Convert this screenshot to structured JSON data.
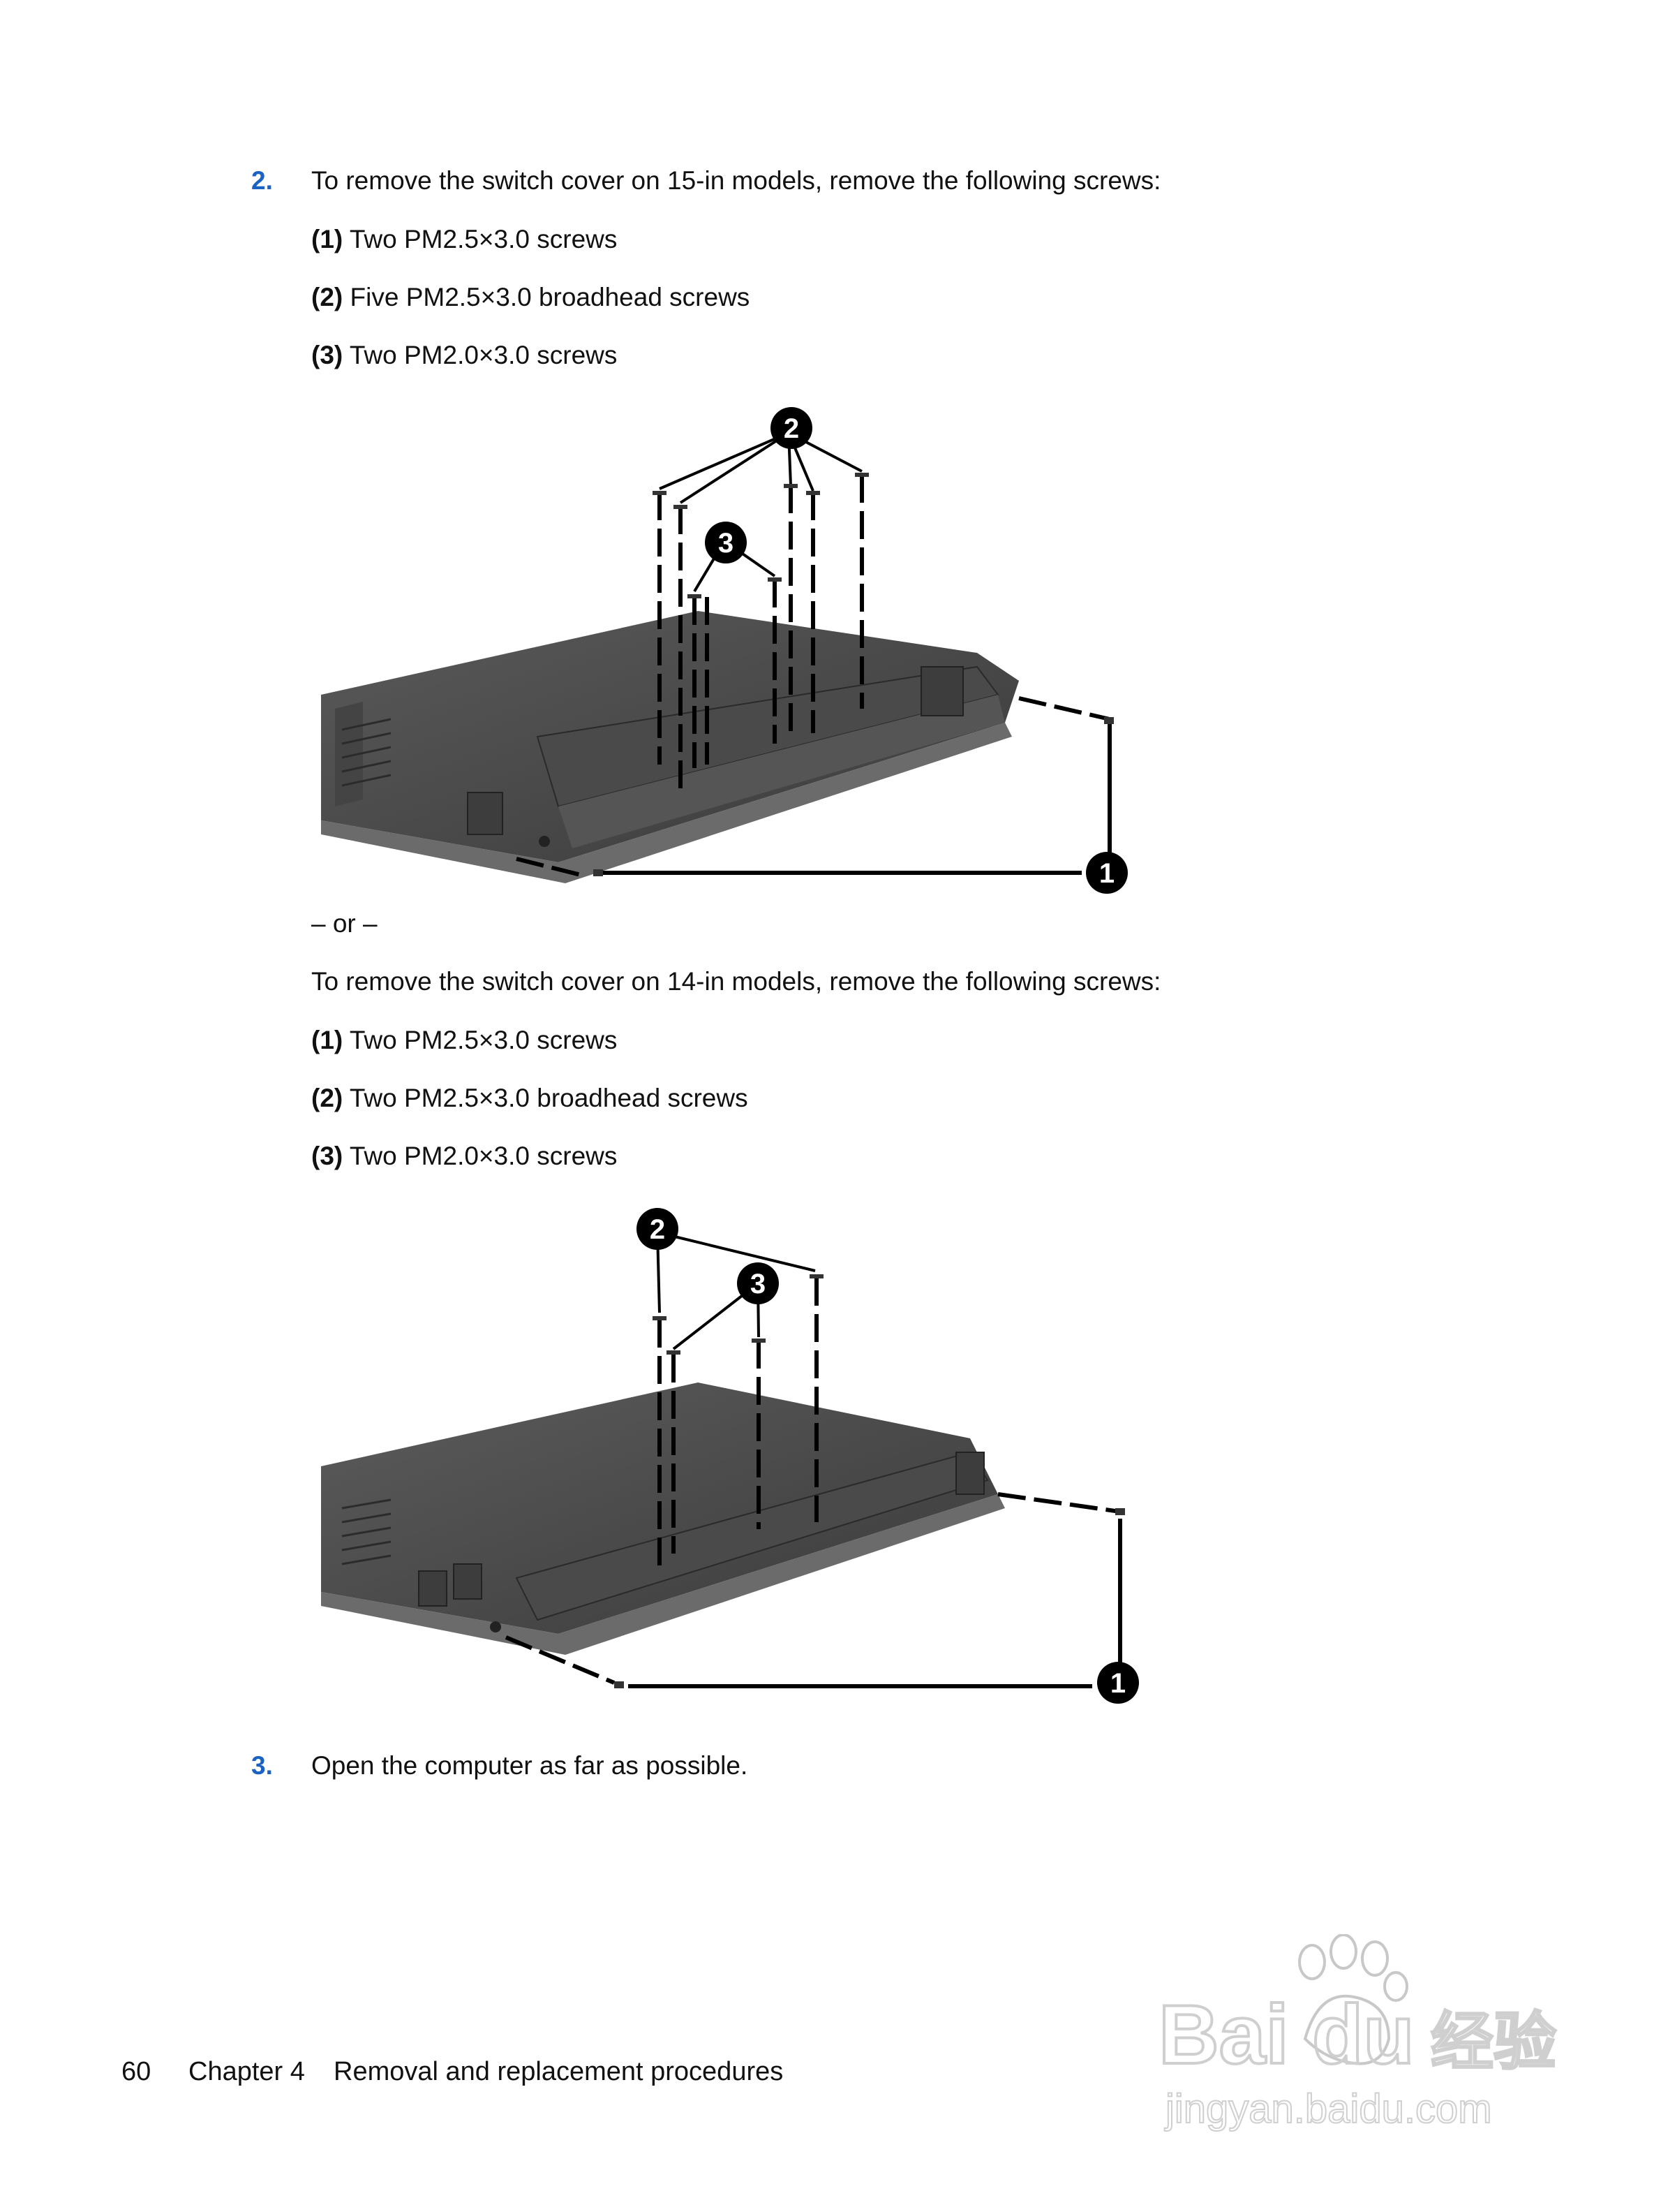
{
  "step2": {
    "number": "2.",
    "intro_15in": "To remove the switch cover on 15-in models, remove the following screws:",
    "items_15in": [
      {
        "callout": "(1)",
        "text": "Two PM2.5×3.0 screws"
      },
      {
        "callout": "(2)",
        "text": "Five PM2.5×3.0 broadhead screws"
      },
      {
        "callout": "(3)",
        "text": "Two PM2.0×3.0 screws"
      }
    ],
    "or_text": "– or –",
    "intro_14in": "To remove the switch cover on 14-in models, remove the following screws:",
    "items_14in": [
      {
        "callout": "(1)",
        "text": "Two PM2.5×3.0 screws"
      },
      {
        "callout": "(2)",
        "text": "Two PM2.5×3.0 broadhead screws"
      },
      {
        "callout": "(3)",
        "text": "Two PM2.0×3.0 screws"
      }
    ]
  },
  "figure1": {
    "callouts": [
      "1",
      "2",
      "3"
    ]
  },
  "figure2": {
    "callouts": [
      "1",
      "2",
      "3"
    ]
  },
  "step3": {
    "number": "3.",
    "text": "Open the computer as far as possible."
  },
  "footer": {
    "page_number": "60",
    "chapter": "Chapter 4",
    "title": "Removal and replacement procedures"
  },
  "watermark": {
    "brand": "Bai du",
    "cn": "经验",
    "url": "jingyan.baidu.com"
  }
}
